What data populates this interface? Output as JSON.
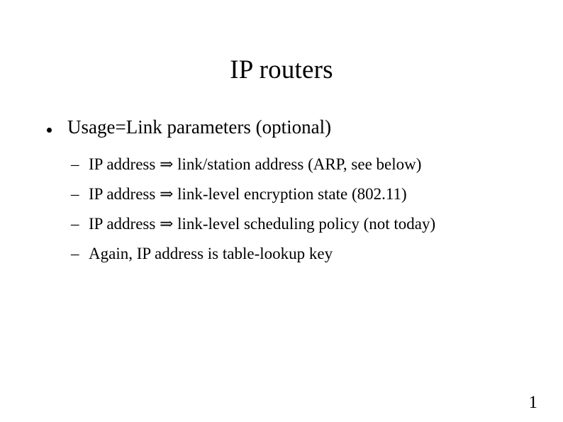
{
  "slide": {
    "title": "IP routers",
    "page_number": "1",
    "background_color": "#ffffff",
    "text_color": "#000000",
    "bullets": [
      {
        "level": 1,
        "marker": "bullet-dot",
        "text": "Usage=Link parameters (optional)",
        "children": [
          {
            "level": 2,
            "marker": "en-dash",
            "text": "IP address ⇒ link/station address (ARP, see below)"
          },
          {
            "level": 2,
            "marker": "en-dash",
            "text": "IP address ⇒ link-level encryption state (802.11)"
          },
          {
            "level": 2,
            "marker": "en-dash",
            "text": "IP address ⇒ link-level scheduling policy (not today)"
          },
          {
            "level": 2,
            "marker": "en-dash",
            "text": "Again, IP address is table-lookup key"
          }
        ]
      }
    ],
    "markers": {
      "en_dash": "–"
    }
  }
}
